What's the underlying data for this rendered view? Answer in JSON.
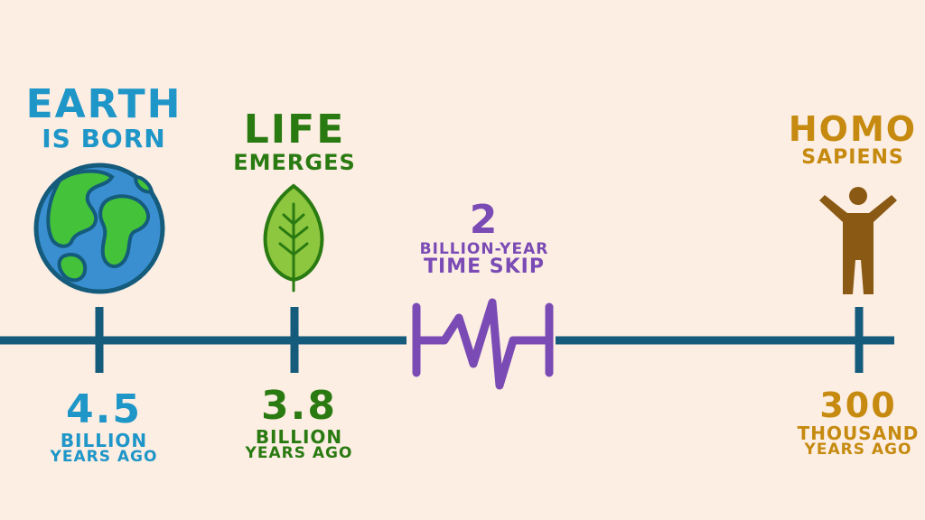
{
  "colors": {
    "background": "#fdeee3",
    "timeline": "#145b7c",
    "earth": "#1e96c8",
    "life": "#2a7a12",
    "skip": "#7a4bb5",
    "human": "#c58a0f"
  },
  "events": {
    "earth": {
      "title_line1": "EARTH",
      "title_line2": "IS BORN",
      "icon": "earth-globe-icon",
      "time_value": "4.5",
      "time_unit_line1": "BILLION",
      "time_unit_line2": "YEARS AGO"
    },
    "life": {
      "title_line1": "LIFE",
      "title_line2": "EMERGES",
      "icon": "leaf-icon",
      "time_value": "3.8",
      "time_unit_line1": "BILLION",
      "time_unit_line2": "YEARS AGO"
    },
    "skip": {
      "value": "2",
      "line1": "BILLION-YEAR",
      "line2": "TIME SKIP",
      "icon": "zigzag-break-icon"
    },
    "human": {
      "title_line1": "HOMO",
      "title_line2": "SAPIENS",
      "icon": "person-arms-raised-icon",
      "time_value": "300",
      "time_unit_line1": "THOUSAND",
      "time_unit_line2": "YEARS AGO"
    }
  }
}
